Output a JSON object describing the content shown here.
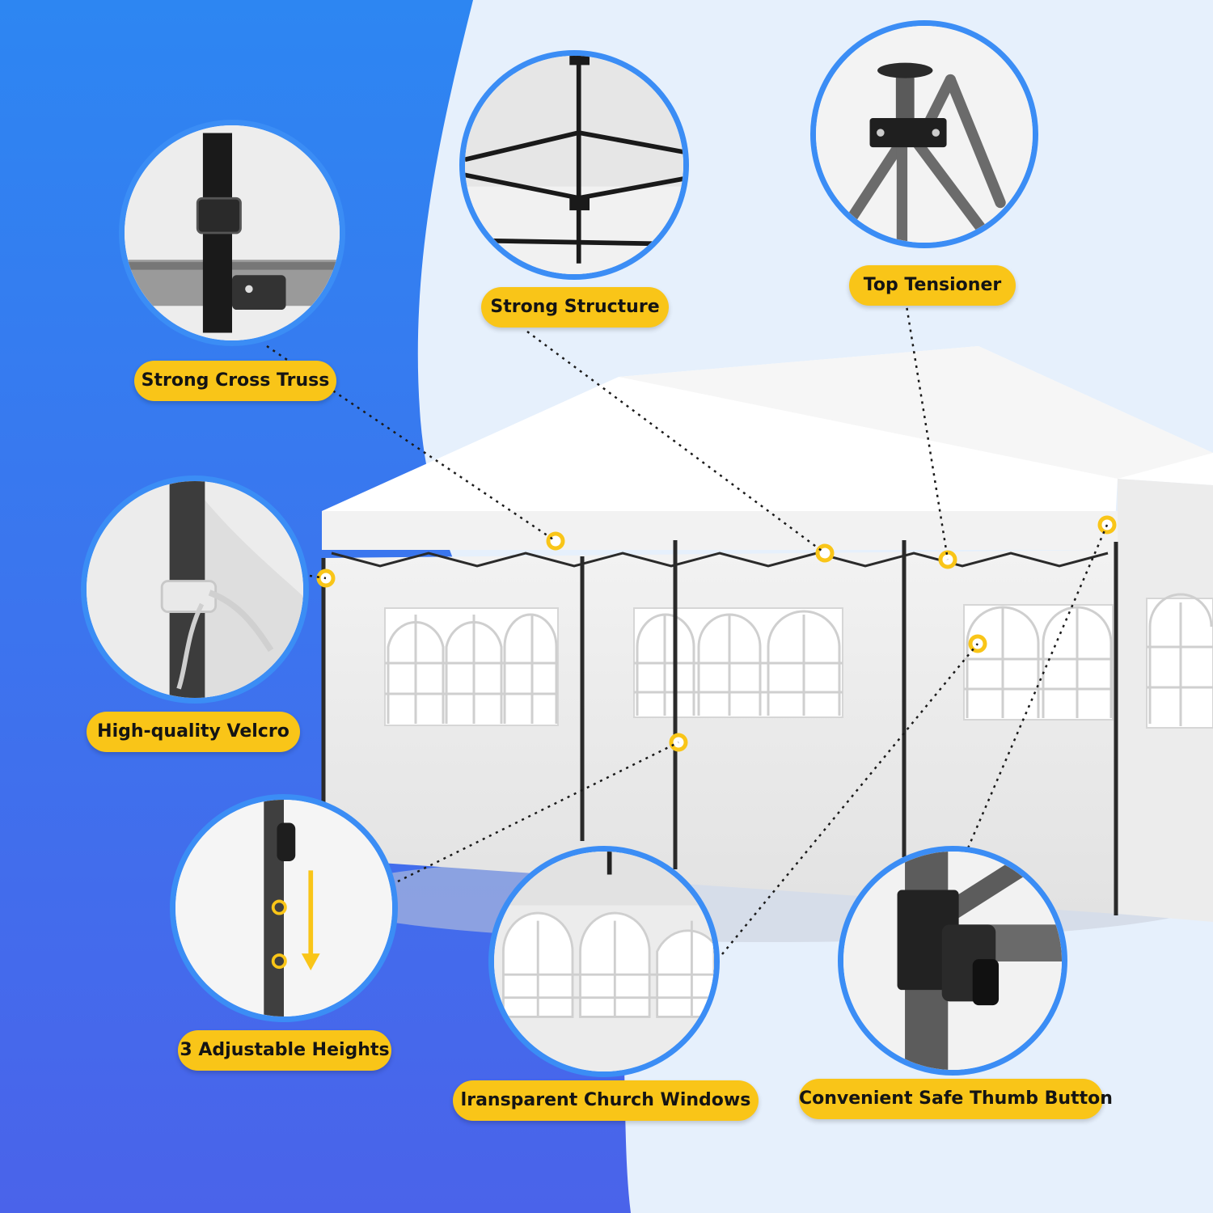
{
  "colors": {
    "left_panel": "#3a83ef",
    "right_panel": "#e6f0fc",
    "ring": "#3b8df5",
    "badge": "#f9c518",
    "badge_text": "#141414",
    "tent": "#f4f4f4",
    "frame": "#2a2a2a"
  },
  "features": [
    {
      "id": "cross-truss",
      "label": "Strong Cross Truss"
    },
    {
      "id": "structure",
      "label": "Strong Structure"
    },
    {
      "id": "tensioner",
      "label": "Top Tensioner"
    },
    {
      "id": "velcro",
      "label": "High-quality Velcro"
    },
    {
      "id": "heights",
      "label": "3 Adjustable Heights"
    },
    {
      "id": "windows",
      "label": "lransparent Church Windows"
    },
    {
      "id": "thumb-button",
      "label": "Convenient Safe Thumb Button"
    }
  ]
}
